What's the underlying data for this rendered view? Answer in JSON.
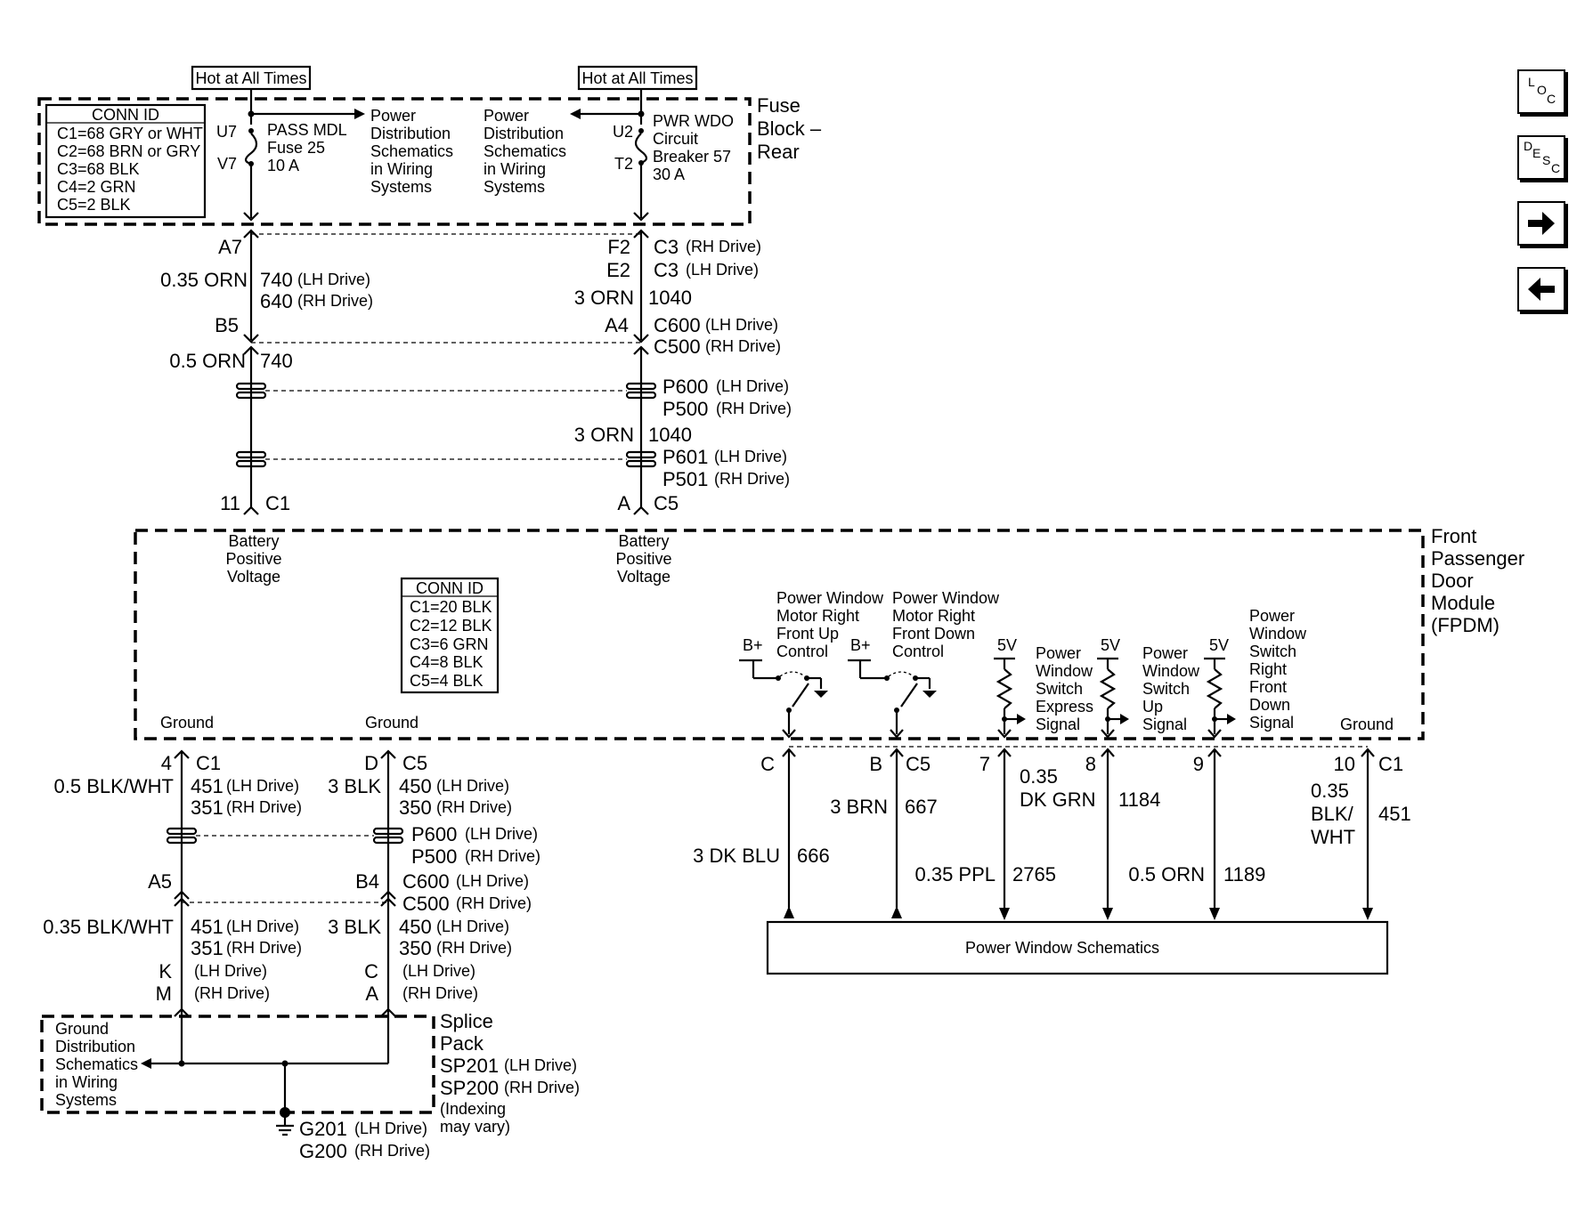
{
  "hot_labels": [
    "Hot at All Times",
    "Hot at All Times"
  ],
  "conn_fuse": {
    "title": "CONN ID",
    "lines": [
      "C1=68 GRY or WHT",
      "C2=68 BRN or GRY",
      "C3=68 BLK",
      "C4=2 GRN",
      "C5=2 BLK"
    ]
  },
  "fuse": {
    "left_pins": [
      "U7",
      "V7"
    ],
    "left_label": [
      "PASS MDL",
      "Fuse 25",
      "10 A"
    ],
    "ref_left": [
      "Power",
      "Distribution",
      "Schematics",
      "in Wiring",
      "Systems"
    ],
    "ref_right": [
      "Power",
      "Distribution",
      "Schematics",
      "in Wiring",
      "Systems"
    ],
    "right_pins": [
      "U2",
      "T2"
    ],
    "right_label": [
      "PWR WDO",
      "Circuit",
      "Breaker 57",
      "30 A"
    ],
    "block_name": [
      "Fuse",
      "Block –",
      "Rear"
    ]
  },
  "upper_left": {
    "a7": "A7",
    "wire": "0.35 ORN",
    "c740": "740",
    "lh": "(LH Drive)",
    "c640": "640",
    "rh": "(RH Drive)",
    "b5": "B5",
    "wire2": "0.5 ORN",
    "c740b": "740",
    "pin11": "11",
    "c1": "C1"
  },
  "upper_right": {
    "f2": "F2",
    "c3": "C3",
    "rh": "(RH Drive)",
    "e2": "E2",
    "c3b": "C3",
    "lh": "(LH Drive)",
    "wire": "3 ORN",
    "c1040": "1040",
    "a4": "A4",
    "c600": "C600",
    "c500": "C500",
    "p600": "P600",
    "p500": "P500",
    "wire2": "3 ORN",
    "c1040b": "1040",
    "p601": "P601",
    "p501": "P501",
    "pinA": "A",
    "c5": "C5"
  },
  "module": {
    "name": [
      "Front",
      "Passenger",
      "Door",
      "Module",
      "(FPDM)"
    ],
    "batt_left": [
      "Battery",
      "Positive",
      "Voltage"
    ],
    "batt_right": [
      "Battery",
      "Positive",
      "Voltage"
    ],
    "conn": {
      "title": "CONN ID",
      "lines": [
        "C1=20 BLK",
        "C2=12 BLK",
        "C3=6 GRN",
        "C4=8 BLK",
        "C5=4 BLK"
      ]
    },
    "motor_up": [
      "Power Window",
      "Motor Right",
      "Front Up",
      "Control"
    ],
    "motor_down": [
      "Power Window",
      "Motor Right",
      "Front Down",
      "Control"
    ],
    "bplus": "B+",
    "v5": "5V",
    "sw_express": [
      "Power",
      "Window",
      "Switch",
      "Express",
      "Signal"
    ],
    "sw_up": [
      "Power",
      "Window",
      "Switch",
      "Up",
      "Signal"
    ],
    "sw_down": [
      "Power",
      "Window",
      "Switch",
      "Right",
      "Front",
      "Down",
      "Signal"
    ],
    "ground": "Ground"
  },
  "lower_left": {
    "p4": "4",
    "c1": "C1",
    "wire": "0.5 BLK/WHT",
    "c451": "451",
    "c351": "351",
    "a5": "A5",
    "wire2": "0.35 BLK/WHT",
    "c451b": "451",
    "c351b": "351",
    "k": "K",
    "m": "M"
  },
  "lower_mid": {
    "d": "D",
    "c5": "C5",
    "wire": "3 BLK",
    "c450": "450",
    "c350": "350",
    "p600": "P600",
    "p500": "P500",
    "b4": "B4",
    "c600": "C600",
    "c500": "C500",
    "wire2": "3 BLK",
    "c450b": "450",
    "c350b": "350",
    "pc": "C",
    "pa": "A"
  },
  "splice": {
    "ground_ref": [
      "Ground",
      "Distribution",
      "Schematics",
      "in Wiring",
      "Systems"
    ],
    "name": [
      "Splice",
      "Pack"
    ],
    "sp201": "SP201",
    "sp200": "SP200",
    "indexing": [
      "(Indexing",
      "may vary)"
    ],
    "g201": "G201",
    "g200": "G200"
  },
  "outputs": {
    "pin_c": "C",
    "wire_c": "3 DK BLU",
    "circ_c": "666",
    "pin_b": "B",
    "c5": "C5",
    "wire_b": "3 BRN",
    "circ_b": "667",
    "pin7": "7",
    "wire7": "0.35 PPL",
    "circ7": "2765",
    "pin8": "8",
    "wire8a": "0.35",
    "wire8b": "DK GRN",
    "circ8": "1184",
    "pin9": "9",
    "wire9": "0.5 ORN",
    "circ9": "1189",
    "pin10": "10",
    "c1": "C1",
    "wire10a": "0.35",
    "wire10b": "BLK/",
    "wire10c": "WHT",
    "circ10": "451"
  },
  "pws": "Power Window Schematics",
  "drive": {
    "lh": "(LH Drive)",
    "rh": "(RH Drive)"
  },
  "nav": {
    "loc": [
      "L",
      "O",
      "C"
    ],
    "desc": [
      "D",
      "E",
      "S",
      "C"
    ],
    "next_icon": "arrow-right",
    "prev_icon": "arrow-left"
  }
}
